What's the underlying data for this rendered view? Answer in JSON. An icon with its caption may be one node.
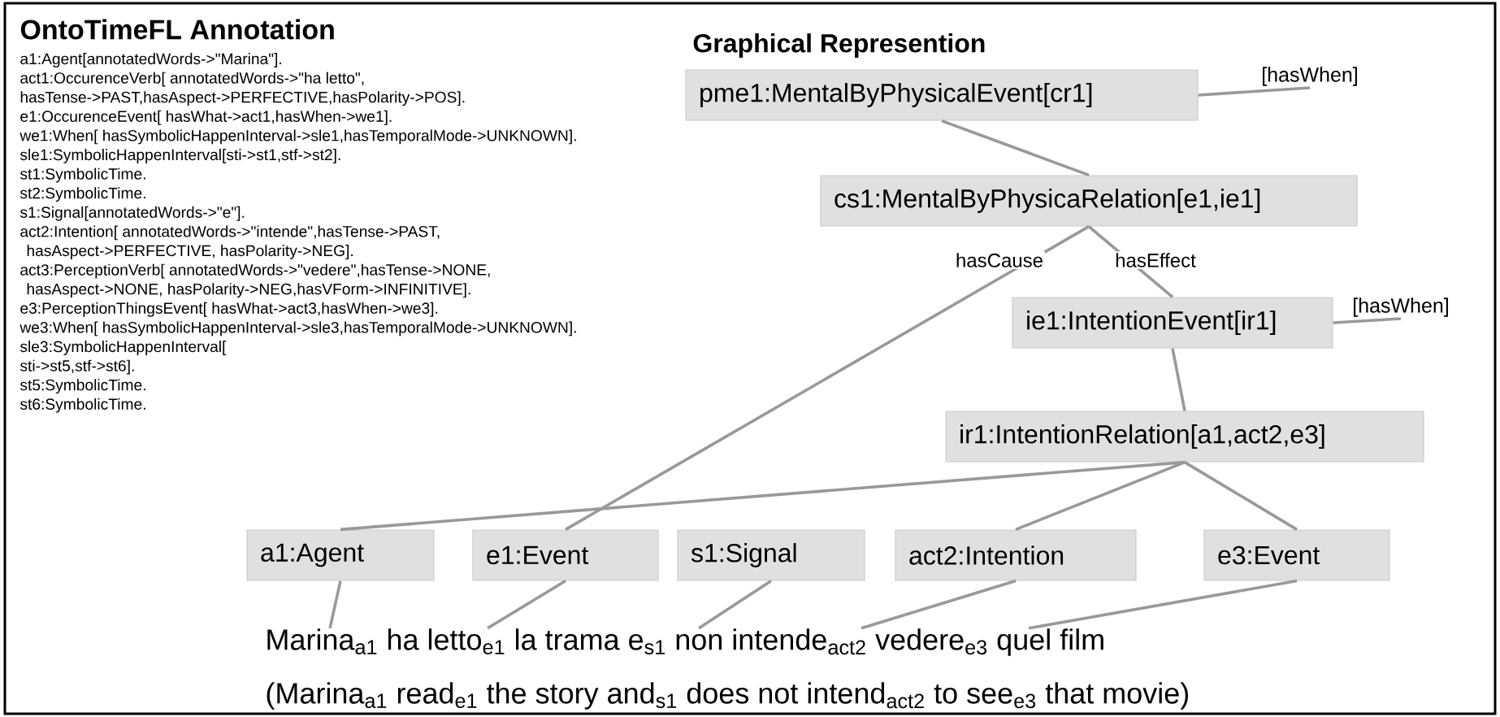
{
  "diagram": {
    "nodes": [
      {
        "text": [
          "pme1:MentalByPhysicalEvent[cr1]"
        ]
      },
      {
        "text": [
          "[hasWhen]"
        ]
      },
      {
        "text": [
          "cs1:MentalByPhysicaRelation[e1,ie1]"
        ]
      },
      {
        "text": [
          "ie1:IntentionEvent[ir1]"
        ]
      },
      {
        "text": [
          "[hasWhen]"
        ]
      },
      {
        "text": [
          "ir1:IntentionRelation[a1,act2,e3]"
        ]
      },
      {
        "text": [
          "a1:Agent"
        ]
      },
      {
        "text": [
          "e1:Event"
        ]
      },
      {
        "text": [
          "s1:Signal"
        ]
      },
      {
        "text": [
          "act2:Intention"
        ]
      },
      {
        "text": [
          "e3:Event"
        ]
      },
      {
        "text": [
          "Marina$_{a1}$ ha letto$_{e1}$ la trama e$_{s1}$ non intende$_{act2}$ vedere$_{e3}$ quel film"
        ]
      }
    ],
    "edges": [
      {
        "from": 0,
        "to": 1,
        "arrow": "none"
      },
      {
        "from": 0,
        "to": 2,
        "arrow": "none"
      },
      {
        "from": 2,
        "to": 7,
        "arrow": "none",
        "label": "hasCause"
      },
      {
        "from": 2,
        "to": 3,
        "arrow": "none",
        "label": "hasEffect"
      },
      {
        "from": 3,
        "to": 4,
        "arrow": "none"
      },
      {
        "from": 3,
        "to": 5,
        "arrow": "none"
      },
      {
        "from": 5,
        "to": 6,
        "arrow": "none"
      },
      {
        "from": 5,
        "to": 9,
        "arrow": "none"
      },
      {
        "from": 5,
        "to": 10,
        "arrow": "none"
      },
      {
        "from": 6,
        "to": 11,
        "arrow": "none"
      },
      {
        "from": 7,
        "to": 11,
        "arrow": "none"
      },
      {
        "from": 8,
        "to": 11,
        "arrow": "none"
      },
      {
        "from": 9,
        "to": 11,
        "arrow": "none"
      },
      {
        "from": 10,
        "to": 11,
        "arrow": "none"
      }
    ],
    "labels": [
      "OntoTimeFL Annotation",
      "a1:Agent[annotatedWords->\"Marina\"].",
      "act1:OccurenceVerb[ annotatedWords->\"ha letto\",",
      "hasTense->PAST,hasAspect->PERFECTIVE,hasPolarity->POS].",
      "e1:OccurenceEvent[ hasWhat->act1,hasWhen->we1].",
      "we1:When[ hasSymbolicHappenInterval->sle1,hasTemporalMode->UNKNOWN].",
      "sle1:SymbolicHappenInterval[sti->st1,stf->st2].",
      "st1:SymbolicTime.",
      "st2:SymbolicTime.",
      "s1:Signal[annotatedWords->\"e\"].",
      "act2:Intention[ annotatedWords->\"intende\",hasTense->PAST,",
      "hasAspect->PERFECTIVE, hasPolarity->NEG].",
      "act3:PerceptionVerb[ annotatedWords->\"vedere\",hasTense->NONE,",
      "hasAspect->NONE, hasPolarity->NEG,hasVForm->INFINITIVE].",
      "e3:PerceptionThingsEvent[ hasWhat->act3,hasWhen->we3].",
      "we3:When[ hasSymbolicHappenInterval->sle3,hasTemporalMode->UNKNOWN].",
      "sle3:SymbolicHappenInterval[",
      "sti->st5,stf->st6].",
      "st5:SymbolicTime.",
      "st6:SymbolicTime.",
      "Graphical Represention",
      "(Marina$_{a1}$ read$_{e1}$ the story and$_{s1}$ does not intend$_{act2}$ to see$_{e3}$ that movie)"
    ]
  }
}
